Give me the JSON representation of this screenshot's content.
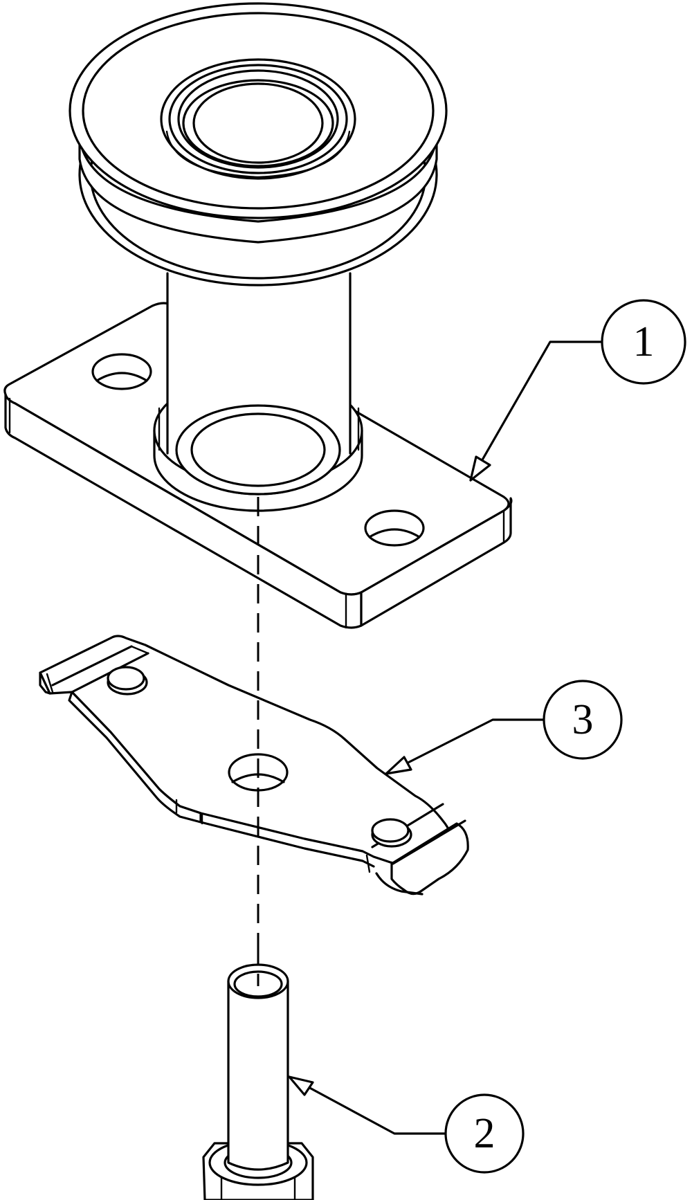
{
  "callouts": [
    {
      "number": "1",
      "part": "pulley-with-mounting-plate"
    },
    {
      "number": "2",
      "part": "bolt"
    },
    {
      "number": "3",
      "part": "blade"
    }
  ]
}
